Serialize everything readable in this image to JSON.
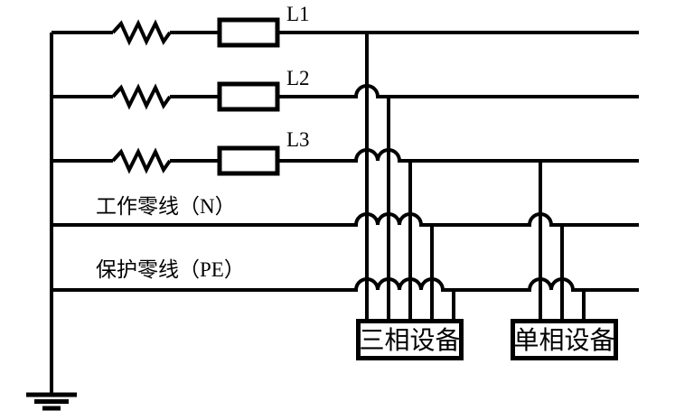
{
  "diagram": {
    "type": "electrical-wiring-diagram",
    "background_color": "#ffffff",
    "line_color": "#000000",
    "phase_lines": [
      {
        "label": "L1"
      },
      {
        "label": "L2"
      },
      {
        "label": "L3"
      }
    ],
    "neutral_line_label": "工作零线（N）",
    "pe_line_label": "保护零线（PE）",
    "equipment_boxes": [
      {
        "label": "三相设备"
      },
      {
        "label": "单相设备"
      }
    ],
    "symbols": {
      "source_impedance": "resistor-zigzag-icon",
      "fuse": "fuse-rect-icon",
      "earth": "earth-ground-icon",
      "crossover": "wire-hop-arc"
    }
  }
}
